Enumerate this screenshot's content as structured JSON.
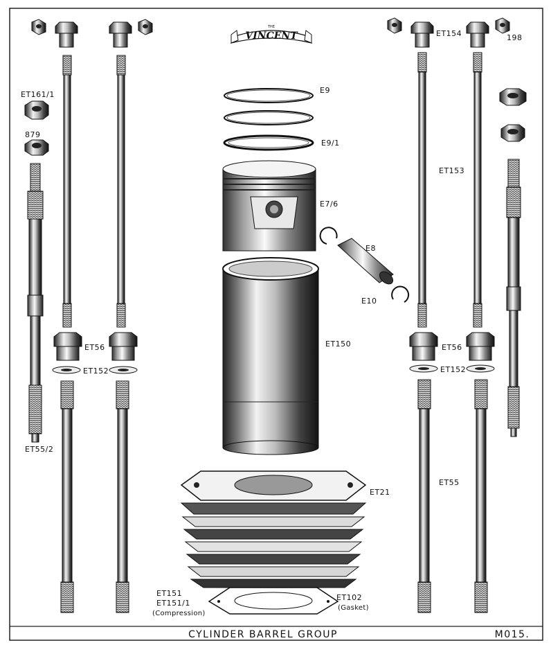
{
  "logo": {
    "small": "THE",
    "name": "VINCENT"
  },
  "labels": {
    "e9": "E9",
    "e9_1": "E9/1",
    "e7_6": "E7/6",
    "e8": "E8",
    "e10": "E10",
    "et150": "ET150",
    "et21": "ET21",
    "et102": "ET102",
    "et102_note": "(Gasket)",
    "et151": "ET151",
    "et151_1": "ET151/1",
    "et151_note": "(Compression)",
    "et161_1": "ET161/1",
    "n879": "879",
    "et55_2": "ET55/2",
    "et56_left": "ET56",
    "et152_left": "ET152",
    "et154": "ET154",
    "n198": "198",
    "et153": "ET153",
    "et56_right": "ET56",
    "et152_right": "ET152",
    "et55": "ET55"
  },
  "footer": {
    "title": "CYLINDER BARREL GROUP",
    "code": "M015."
  }
}
